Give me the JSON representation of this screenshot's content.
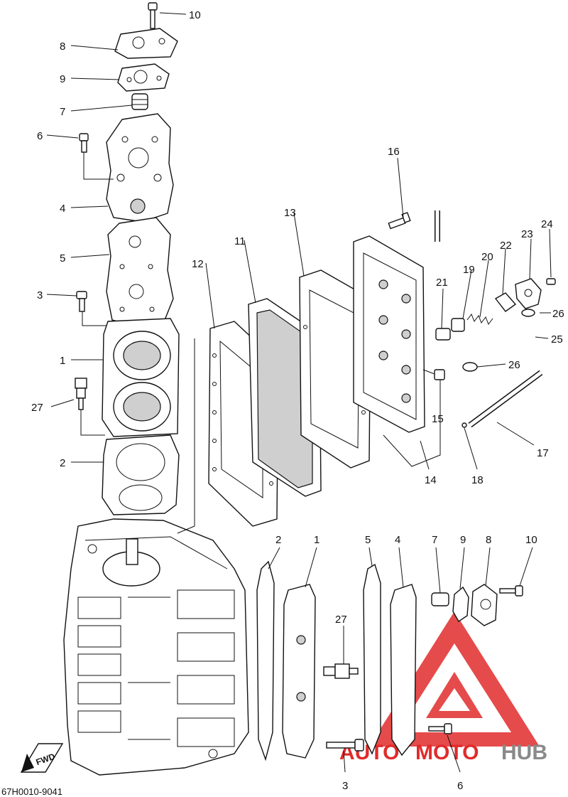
{
  "diagram_code": "67H0010-9041",
  "watermark": {
    "text_a": "AUTO",
    "text_b": "MOTO",
    "text_c": "HUB",
    "red": "#e02b2b",
    "gray": "#8a8a8a"
  },
  "fwd_label": "FWD",
  "callouts": {
    "p10a": "10",
    "p8a": "8",
    "p9a": "9",
    "p7a": "7",
    "p6a": "6",
    "p4a": "4",
    "p5a": "5",
    "p3a": "3",
    "p1a": "1",
    "p27a": "27",
    "p2a": "2",
    "p12": "12",
    "p11": "11",
    "p13": "13",
    "p16": "16",
    "p21": "21",
    "p19": "19",
    "p20": "20",
    "p22": "22",
    "p23": "23",
    "p24": "24",
    "p26a": "26",
    "p25": "25",
    "p26b": "26",
    "p15": "15",
    "p17": "17",
    "p14": "14",
    "p18": "18",
    "p2b": "2",
    "p1b": "1",
    "p5b": "5",
    "p4b": "4",
    "p7b": "7",
    "p9b": "9",
    "p8b": "8",
    "p10b": "10",
    "p27b": "27",
    "p3b": "3",
    "p6b": "6"
  }
}
